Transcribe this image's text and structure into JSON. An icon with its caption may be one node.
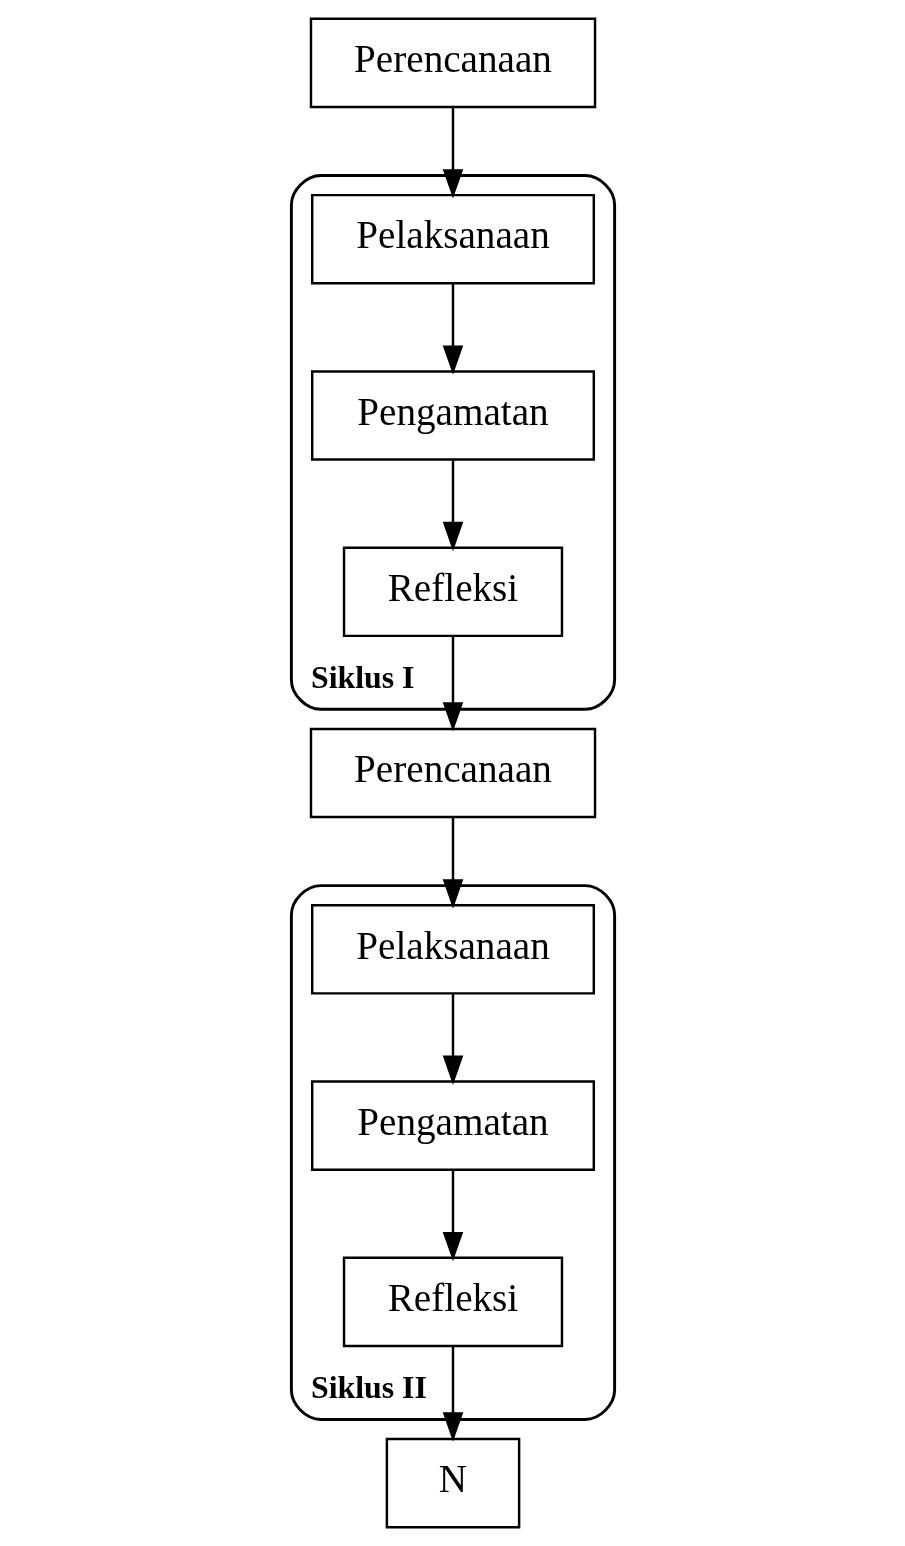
{
  "diagram": {
    "nodes": [
      {
        "text": [
          "Siklus I"
        ]
      },
      {
        "text": [
          "Perencanaan"
        ]
      },
      {
        "text": [
          "Refleksi"
        ],
        "in": 0
      },
      {
        "text": [
          "Pengamatan"
        ],
        "in": 0
      },
      {
        "text": [
          "Pelaksanaan"
        ],
        "in": 0
      },
      {
        "text": [
          "Siklus II"
        ]
      },
      {
        "text": [
          "Perencanaan"
        ]
      },
      {
        "text": [
          "Refleksi"
        ],
        "in": 5
      },
      {
        "text": [
          "Pengamatan"
        ],
        "in": 5
      },
      {
        "text": [
          "Pelaksanaan"
        ],
        "in": 5
      },
      {
        "text": [
          "N"
        ]
      }
    ],
    "edges": [
      {
        "from": 1,
        "to": 4,
        "arrow": "to"
      },
      {
        "from": 4,
        "to": 3,
        "arrow": "to"
      },
      {
        "from": 3,
        "to": 2,
        "arrow": "to"
      },
      {
        "from": 2,
        "to": 6,
        "arrow": "to"
      },
      {
        "from": 6,
        "to": 9,
        "arrow": "to"
      },
      {
        "from": 9,
        "to": 8,
        "arrow": "to"
      },
      {
        "from": 8,
        "to": 7,
        "arrow": "to"
      },
      {
        "from": 7,
        "to": 10,
        "arrow": "to"
      }
    ]
  }
}
